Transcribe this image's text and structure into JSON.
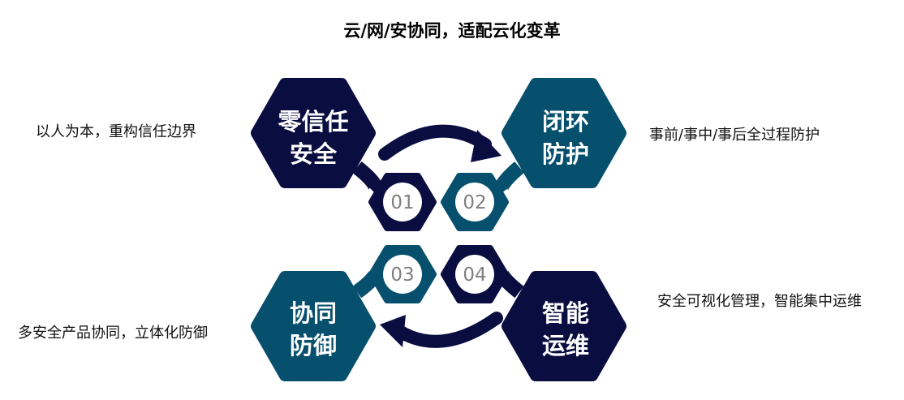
{
  "title": "云/网/安协同，适配云化变革",
  "colors": {
    "dark_navy": "#0a0d40",
    "teal": "#06506e",
    "number_circle": "#ffffff",
    "number_text": "#7f7f7f"
  },
  "items": [
    {
      "number": "01",
      "label_line1": "零信任",
      "label_line2": "安全",
      "description": "以人为本，重构信任边界",
      "color": "dark_navy"
    },
    {
      "number": "02",
      "label_line1": "闭环",
      "label_line2": "防护",
      "description": "事前/事中/事后全过程防护",
      "color": "teal"
    },
    {
      "number": "03",
      "label_line1": "协同",
      "label_line2": "防御",
      "description": "多安全产品协同，立体化防御",
      "color": "teal"
    },
    {
      "number": "04",
      "label_line1": "智能",
      "label_line2": "运维",
      "description": "安全可视化管理，智能集中运维",
      "color": "dark_navy"
    }
  ]
}
